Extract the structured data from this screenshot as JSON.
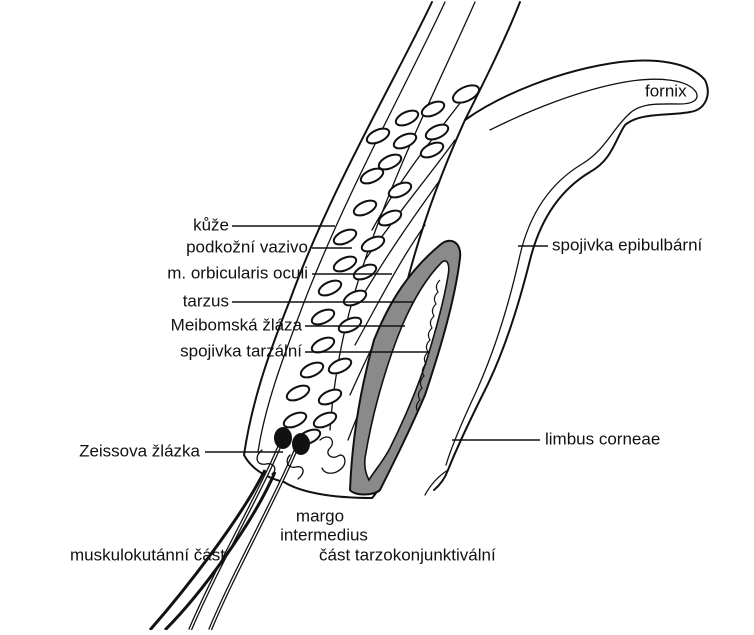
{
  "labels": {
    "kuze": "kůže",
    "podkozni": "podkožní vazivo",
    "orbicularis": "m. orbicularis oculi",
    "tarzus": "tarzus",
    "meibom": "Meibomská žláza",
    "spojivka_tarzalni": "spojivka tarzální",
    "zeiss": "Zeissova žlázka",
    "fornix": "fornix",
    "spojivka_epibulbarni": "spojivka epibulbární",
    "limbus": "limbus corneae",
    "margo_1": "margo",
    "margo_2": "intermedius",
    "muskulo": "muskulokutánní část",
    "tarzokonj": "část tarzokonjunktivální"
  },
  "colors": {
    "ink": "#111111",
    "tarsus_fill": "#8a8a8a",
    "background": "#ffffff"
  }
}
